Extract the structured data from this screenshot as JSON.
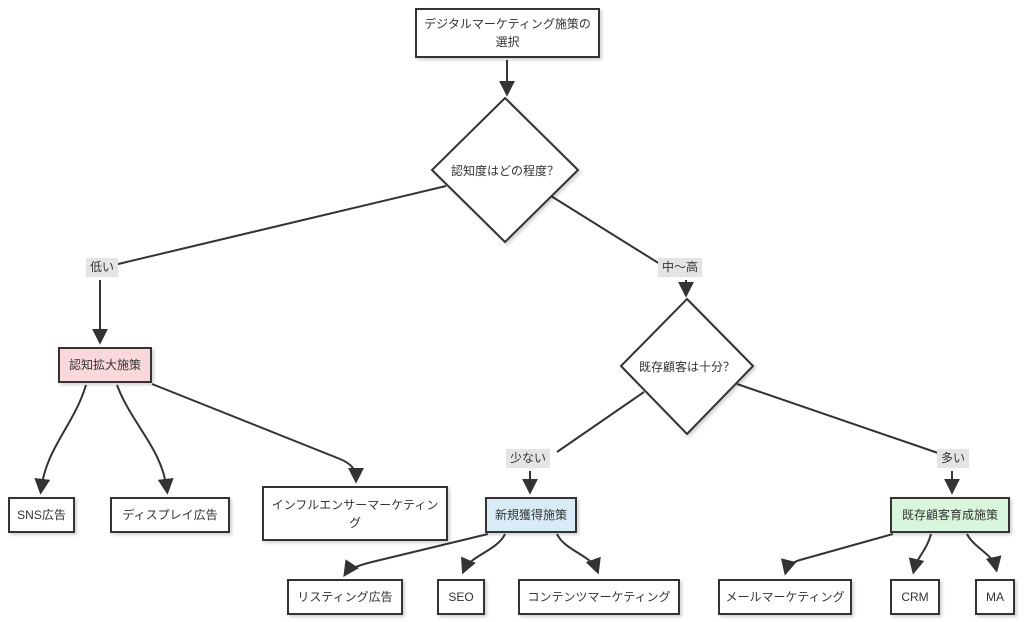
{
  "flowchart": {
    "start": "デジタルマーケティング施策の選択",
    "decision_awareness": "認知度はどの程度？",
    "branch_low": "低い",
    "branch_mid_high": "中〜高",
    "awareness_expansion": "認知拡大施策",
    "decision_existing_customers": "既存顧客は十分？",
    "branch_few": "少ない",
    "branch_many": "多い",
    "new_acquisition": "新規獲得施策",
    "customer_nurturing": "既存顧客育成施策",
    "sns_ads": "SNS広告",
    "display_ads": "ディスプレイ広告",
    "influencer_marketing": "インフルエンサーマーケティング",
    "listing_ads": "リスティング広告",
    "seo": "SEO",
    "content_marketing": "コンテンツマーケティング",
    "email_marketing": "メールマーケティング",
    "crm": "CRM",
    "ma": "MA"
  },
  "edges": [
    {
      "from": "デジタルマーケティング施策の選択",
      "to": "認知度はどの程度？",
      "label": ""
    },
    {
      "from": "認知度はどの程度？",
      "to": "認知拡大施策",
      "label": "低い"
    },
    {
      "from": "認知度はどの程度？",
      "to": "既存顧客は十分？",
      "label": "中〜高"
    },
    {
      "from": "認知拡大施策",
      "to": "SNS広告",
      "label": ""
    },
    {
      "from": "認知拡大施策",
      "to": "ディスプレイ広告",
      "label": ""
    },
    {
      "from": "認知拡大施策",
      "to": "インフルエンサーマーケティング",
      "label": ""
    },
    {
      "from": "既存顧客は十分？",
      "to": "新規獲得施策",
      "label": "少ない"
    },
    {
      "from": "既存顧客は十分？",
      "to": "既存顧客育成施策",
      "label": "多い"
    },
    {
      "from": "新規獲得施策",
      "to": "リスティング広告",
      "label": ""
    },
    {
      "from": "新規獲得施策",
      "to": "SEO",
      "label": ""
    },
    {
      "from": "新規獲得施策",
      "to": "コンテンツマーケティング",
      "label": ""
    },
    {
      "from": "既存顧客育成施策",
      "to": "メールマーケティング",
      "label": ""
    },
    {
      "from": "既存顧客育成施策",
      "to": "CRM",
      "label": ""
    },
    {
      "from": "既存顧客育成施策",
      "to": "MA",
      "label": ""
    }
  ],
  "colors": {
    "awareness_fill": "#f9d7da",
    "acquisition_fill": "#d8ecf8",
    "nurturing_fill": "#d9f5dc",
    "edge_label_bg": "#e4e4e4",
    "line": "#333333",
    "node_border": "#333333",
    "node_fill": "#ffffff"
  }
}
